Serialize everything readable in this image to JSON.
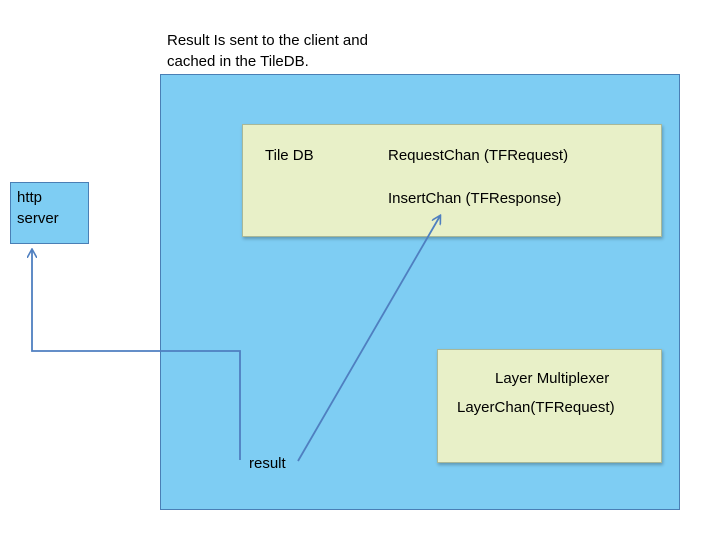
{
  "caption": {
    "line1": "Result Is sent to the client and",
    "line2": "cached in the TileDB."
  },
  "http_server": {
    "line1": "http",
    "line2": "server"
  },
  "tile_db": {
    "title": "Tile DB",
    "request_chan": "RequestChan (TFRequest)",
    "insert_chan": "InsertChan (TFResponse)"
  },
  "layer_multiplexer": {
    "title": "Layer Multiplexer",
    "chan": "LayerChan(TFRequest)"
  },
  "result": {
    "label": "result"
  },
  "colors": {
    "outer_box": "#7ecdf3",
    "inner_box": "#e8f0c8",
    "arrow": "#4f7fc0"
  }
}
